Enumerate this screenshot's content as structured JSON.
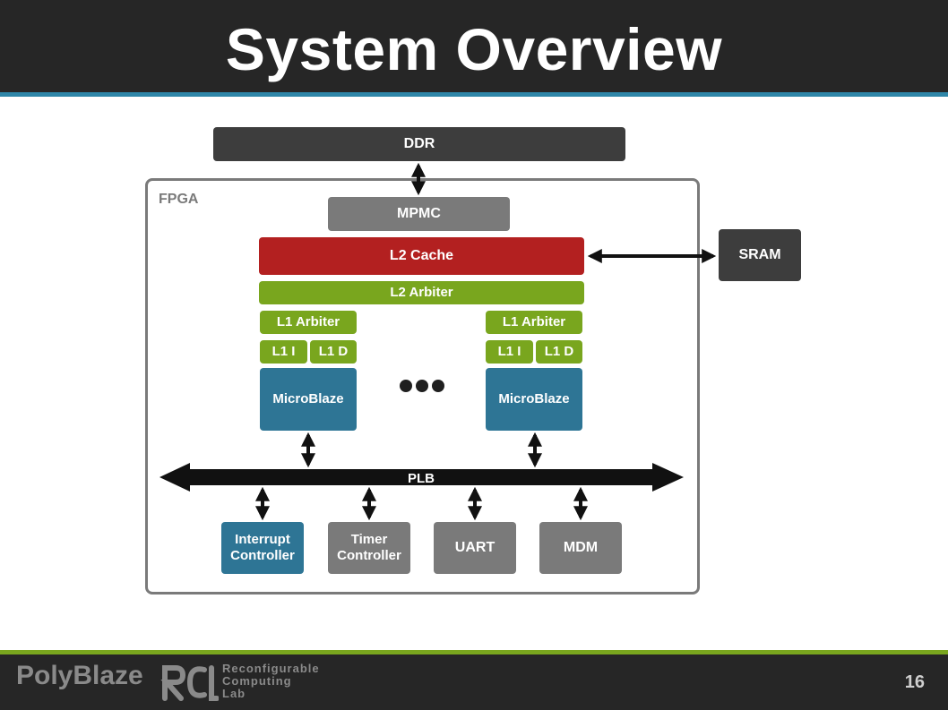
{
  "title": "System Overview",
  "diagram": {
    "ddr": "DDR",
    "fpga_label": "FPGA",
    "mpmc": "MPMC",
    "l2_cache": "L2 Cache",
    "sram": "SRAM",
    "l2_arbiter": "L2 Arbiter",
    "cores": [
      {
        "l1_arbiter": "L1 Arbiter",
        "l1_i": "L1 I",
        "l1_d": "L1 D",
        "processor": "MicroBlaze"
      },
      {
        "l1_arbiter": "L1 Arbiter",
        "l1_i": "L1 I",
        "l1_d": "L1 D",
        "processor": "MicroBlaze"
      }
    ],
    "bus": "PLB",
    "peripherals": [
      {
        "line1": "Interrupt",
        "line2": "Controller"
      },
      {
        "line1": "Timer",
        "line2": "Controller"
      },
      {
        "line1": "UART",
        "line2": ""
      },
      {
        "line1": "MDM",
        "line2": ""
      }
    ]
  },
  "colors": {
    "header_bg": "#262626",
    "header_rule": "#2e86a8",
    "dark_box": "#3d3d3d",
    "gray_box": "#7a7a7a",
    "cache_red": "#b32020",
    "arbiter_green": "#79a61e",
    "processor_teal": "#2e7595",
    "footer_rule": "#79a61e"
  },
  "footer": {
    "left_logo": "PolyBlaze",
    "lab_line1": "Reconfigurable",
    "lab_line2": "Computing",
    "lab_line3": "Lab",
    "page_number": "16"
  }
}
